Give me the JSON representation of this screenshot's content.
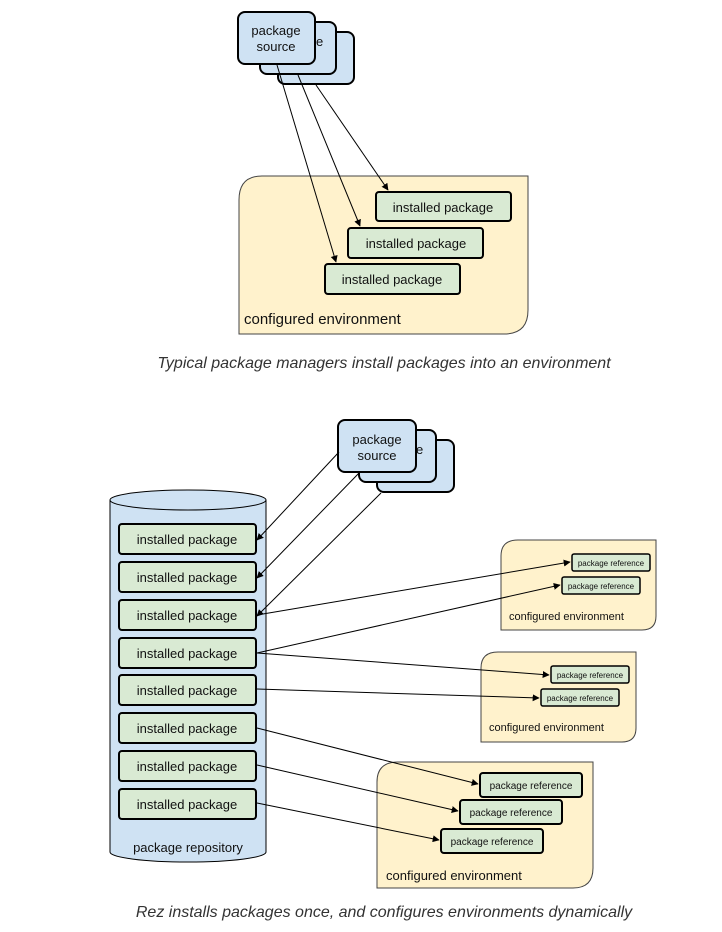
{
  "top": {
    "source_label_line1": "package",
    "source_label_line2": "source",
    "source_shadow_fragment_1": "e",
    "source_shadow_fragment_2": "e",
    "installed_label": "installed package",
    "environment_label": "configured environment",
    "caption": "Typical package managers install packages into an environment"
  },
  "bottom": {
    "source_label_line1": "package",
    "source_label_line2": "source",
    "source_shadow_fragment_1": "e",
    "source_shadow_fragment_2": "e",
    "installed_label": "installed package",
    "repository_label": "package repository",
    "reference_label": "package reference",
    "environment_label": "configured environment",
    "caption": "Rez installs packages once, and configures environments dynamically"
  },
  "colors": {
    "source_fill": "#cfe2f3",
    "installed_fill": "#d9ead3",
    "environment_fill": "#fff2cc",
    "repository_fill": "#cfe2f3",
    "stroke": "#000000"
  }
}
